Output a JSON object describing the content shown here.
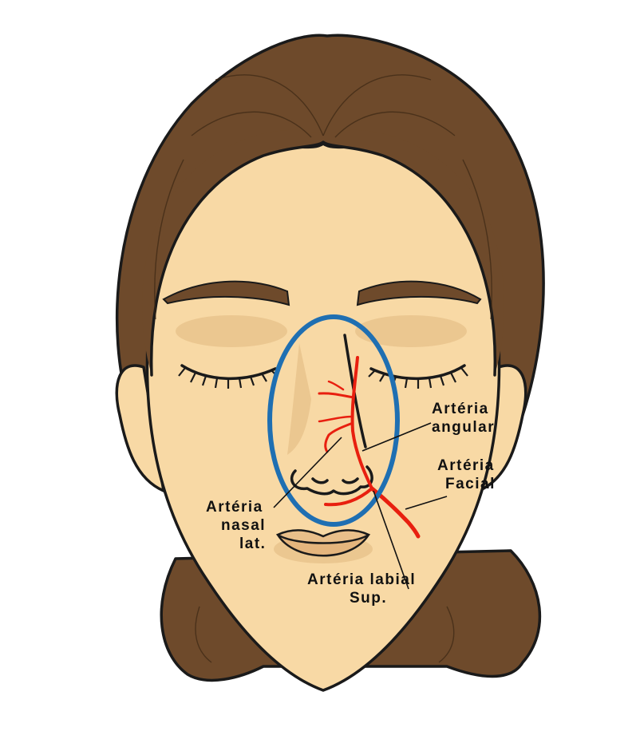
{
  "colors": {
    "hair": "#6e4a2b",
    "skin": "#f8d9a5",
    "outline": "#1a1a1a",
    "artery": "#e81f0f",
    "highlight_ellipse": "#1f6fb2",
    "background": "#ffffff"
  },
  "labels": {
    "angular": {
      "line1": "Artéria",
      "line2": "angular"
    },
    "facial": {
      "line1": "Artéria",
      "line2": "Facial"
    },
    "nasal": {
      "line1": "Artéria",
      "line2": "nasal",
      "line3": "lat."
    },
    "labial": {
      "line1": "Artéria labial",
      "line2": "Sup."
    }
  }
}
